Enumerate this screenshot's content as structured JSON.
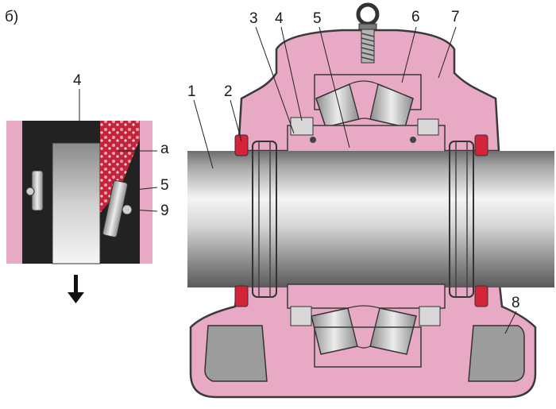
{
  "figure_label": "б)",
  "left_view": {
    "labels": [
      "4",
      "а",
      "5",
      "9"
    ]
  },
  "main_view": {
    "labels": [
      "1",
      "2",
      "3",
      "4",
      "5",
      "6",
      "7",
      "8"
    ]
  },
  "colors": {
    "housing": "#e7a9c3",
    "housing_outline": "#3a3a3a",
    "seal": "#d4243a",
    "shaft_light": "#f2f2f2",
    "shaft_dark": "#7d7d7d",
    "metal": "#bdbdbd",
    "base_recess": "#9c9c9c",
    "left_body": "#222222"
  }
}
